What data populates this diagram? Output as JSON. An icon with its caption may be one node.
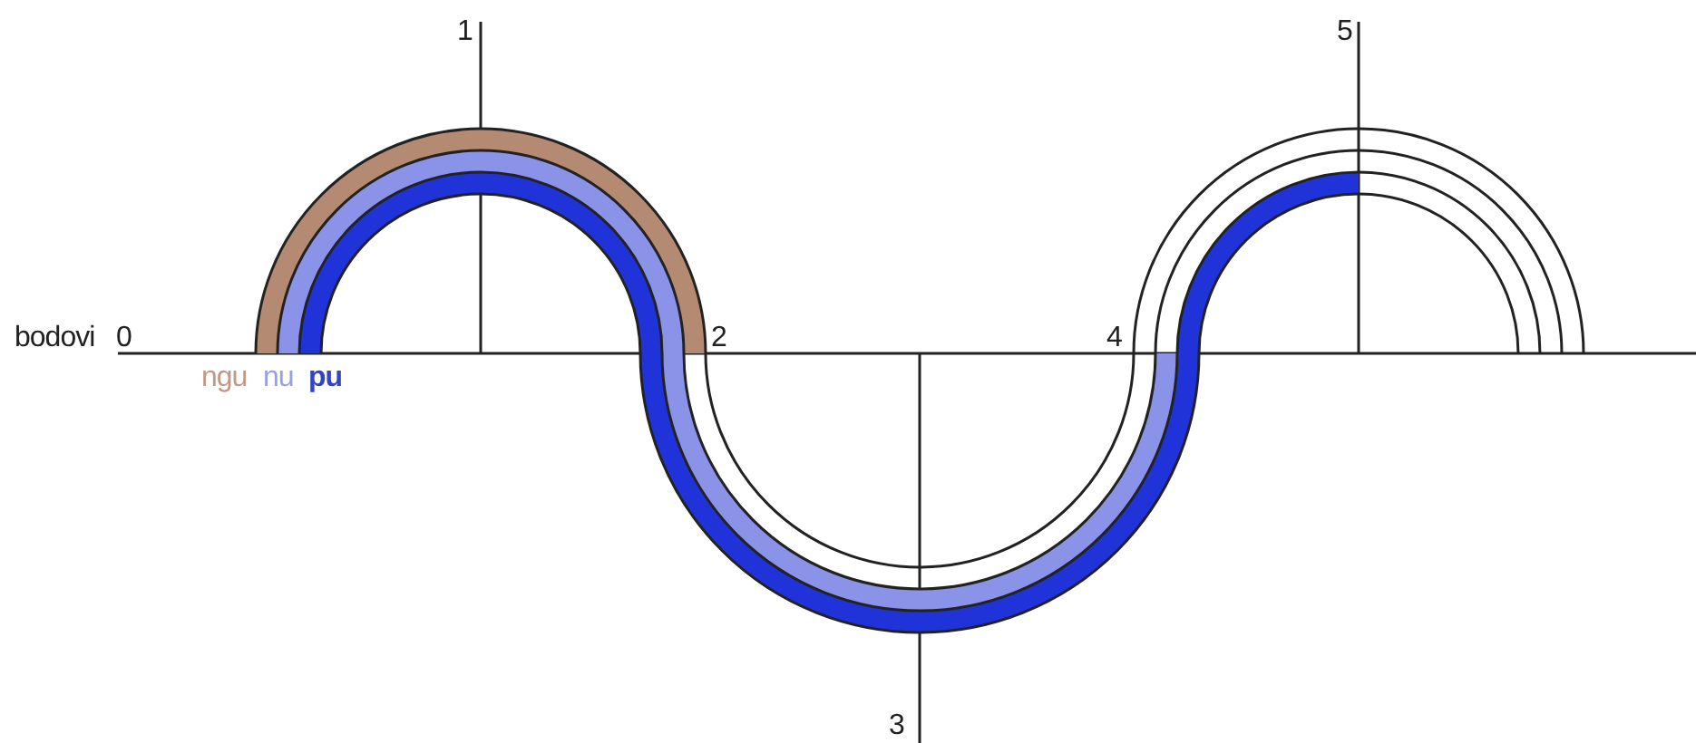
{
  "diagram": {
    "labels": [
      "1",
      "5",
      "bodovi",
      "0",
      "2",
      "4",
      "ngu",
      "nu",
      "pu",
      "3"
    ]
  }
}
